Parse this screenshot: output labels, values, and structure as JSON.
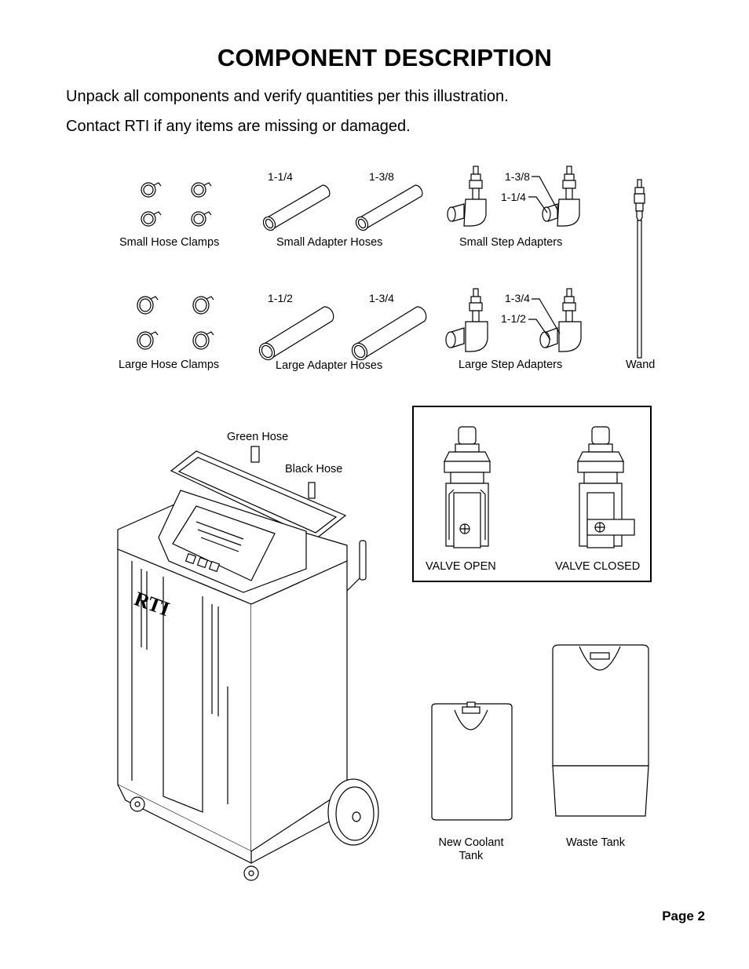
{
  "title": "COMPONENT DESCRIPTION",
  "intro": {
    "line1": "Unpack all components and verify quantities per this illustration.",
    "line2": "Contact RTI if any items are missing or damaged."
  },
  "components": {
    "small_hose_clamps": "Small Hose Clamps",
    "small_adapter_hoses": "Small Adapter Hoses",
    "small_step_adapters": "Small Step Adapters",
    "large_hose_clamps": "Large Hose Clamps",
    "large_adapter_hoses": "Large Adapter Hoses",
    "large_step_adapters": "Large Step Adapters",
    "wand": "Wand"
  },
  "sizes": {
    "small_hose_a": "1-1/4",
    "small_hose_b": "1-3/8",
    "small_step_a": "1-3/8",
    "small_step_b": "1-1/4",
    "large_hose_a": "1-1/2",
    "large_hose_b": "1-3/4",
    "large_step_a": "1-3/4",
    "large_step_b": "1-1/2"
  },
  "machine": {
    "green_hose": "Green Hose",
    "black_hose": "Black Hose",
    "logo": "RTI"
  },
  "valves": {
    "open": "VALVE OPEN",
    "closed": "VALVE CLOSED"
  },
  "tanks": {
    "new_coolant_line1": "New Coolant",
    "new_coolant_line2": "Tank",
    "waste": "Waste Tank"
  },
  "page_label": "Page 2"
}
